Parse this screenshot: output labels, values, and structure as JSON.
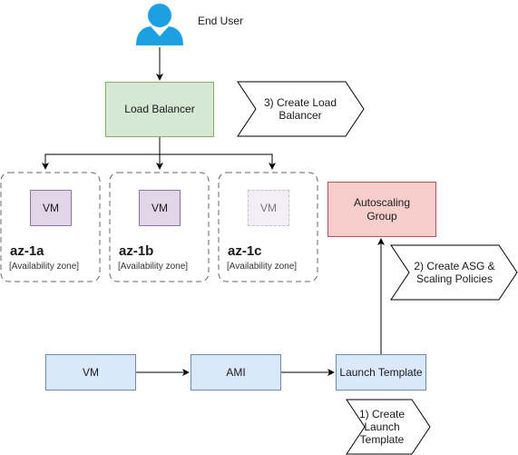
{
  "nodes": {
    "end_user": "End User",
    "load_balancer": "Load Balancer",
    "autoscaling_group": "Autoscaling Group",
    "vm": "VM",
    "ami": "AMI",
    "launch_template": "Launch Template"
  },
  "zones": [
    {
      "name": "az-1a",
      "type": "[Availability zone]",
      "vm": "VM",
      "vm_state": "active"
    },
    {
      "name": "az-1b",
      "type": "[Availability zone]",
      "vm": "VM",
      "vm_state": "active"
    },
    {
      "name": "az-1c",
      "type": "[Availability zone]",
      "vm": "VM",
      "vm_state": "faded"
    }
  ],
  "steps": [
    {
      "label": "1) Create Launch Template"
    },
    {
      "label": "2) Create ASG & Scaling Policies"
    },
    {
      "label": "3) Create Load Balancer"
    }
  ],
  "colors": {
    "user_icon": "#1ba1e2",
    "load_balancer_fill": "#d5e8d4",
    "autoscaling_fill": "#f8cecc",
    "flow_fill": "#dae8fc",
    "vm_fill": "#e1d5e7"
  }
}
